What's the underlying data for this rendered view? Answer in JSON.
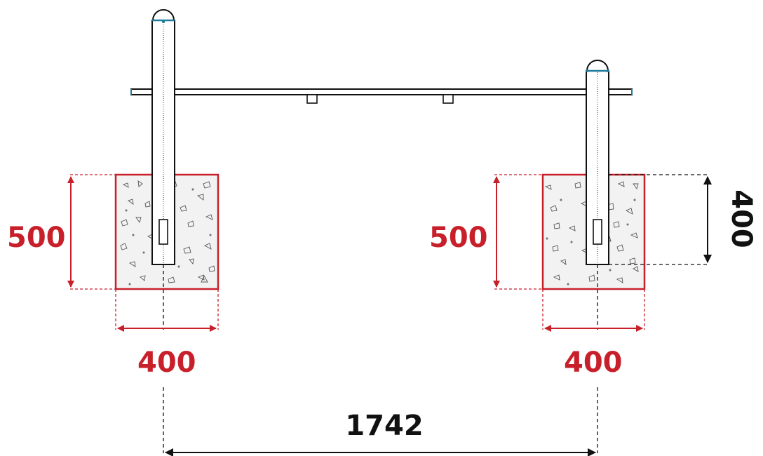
{
  "dimensions": {
    "left_footing_height": "500",
    "left_footing_width": "400",
    "right_footing_height": "500",
    "right_footing_width": "400",
    "embed_depth": "400",
    "post_spacing": "1742"
  },
  "colors": {
    "dimension_red": "#c8202a",
    "line_black": "#111111",
    "cap_accent": "#1f7a9c"
  }
}
